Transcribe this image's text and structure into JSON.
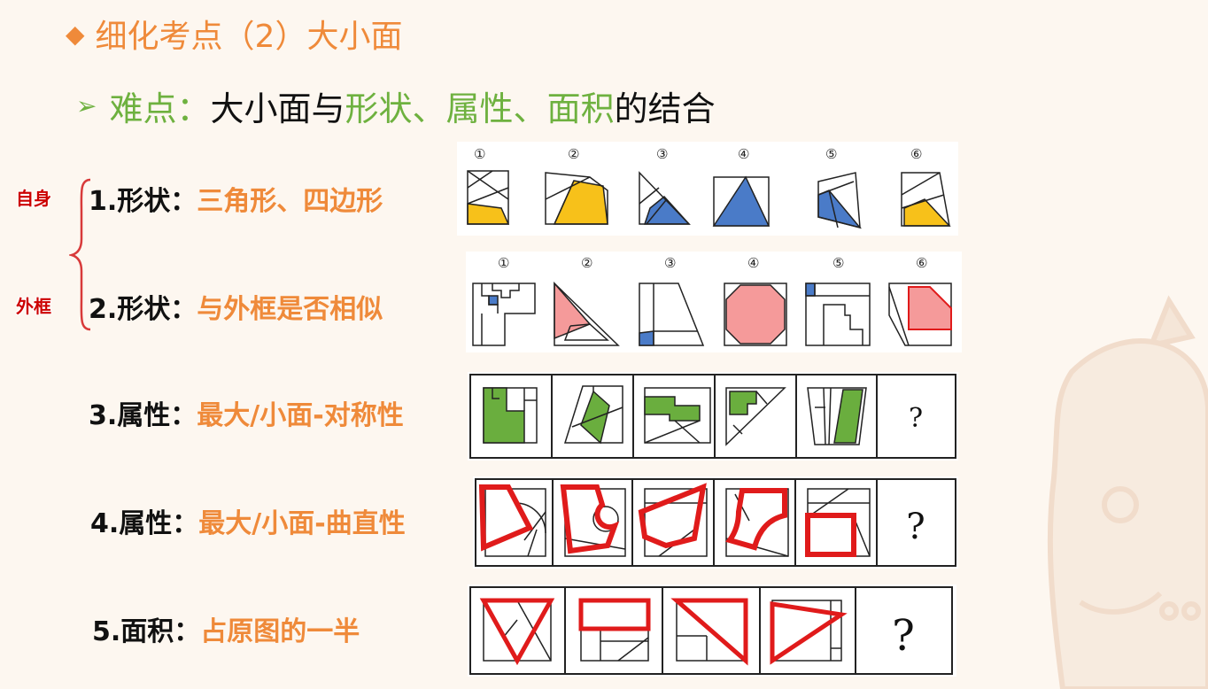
{
  "title": {
    "marker": "◆",
    "text": "细化考点（2）大小面"
  },
  "subtitle": {
    "arrow": "➢",
    "prefix": "难点：",
    "part1": "大小面与",
    "kw1": "形状",
    "sep1": "、",
    "kw2": "属性",
    "sep2": "、",
    "kw3": "面积",
    "part2": "的结合"
  },
  "side_labels": {
    "self": "自身",
    "frame": "外框"
  },
  "rows": [
    {
      "num": "1.形状：",
      "desc": "三角形、四边形"
    },
    {
      "num": "2.形状：",
      "desc": "与外框是否相似"
    },
    {
      "num": "3.属性：",
      "desc": "最大/小面-对称性"
    },
    {
      "num": "4.属性：",
      "desc": "最大/小面-曲直性"
    },
    {
      "num": "5.面积：",
      "desc": "占原图的一半"
    }
  ],
  "circled_numbers": [
    "①",
    "②",
    "③",
    "④",
    "⑤",
    "⑥"
  ],
  "question_mark": "?",
  "colors": {
    "orange": "#ef8a3a",
    "green_text": "#6eb13f",
    "yellow_fill": "#f7c11a",
    "blue_fill": "#4a7bc8",
    "pink_fill": "#f59a9a",
    "green_fill": "#6aae3e",
    "red_stroke": "#e01b1b"
  }
}
